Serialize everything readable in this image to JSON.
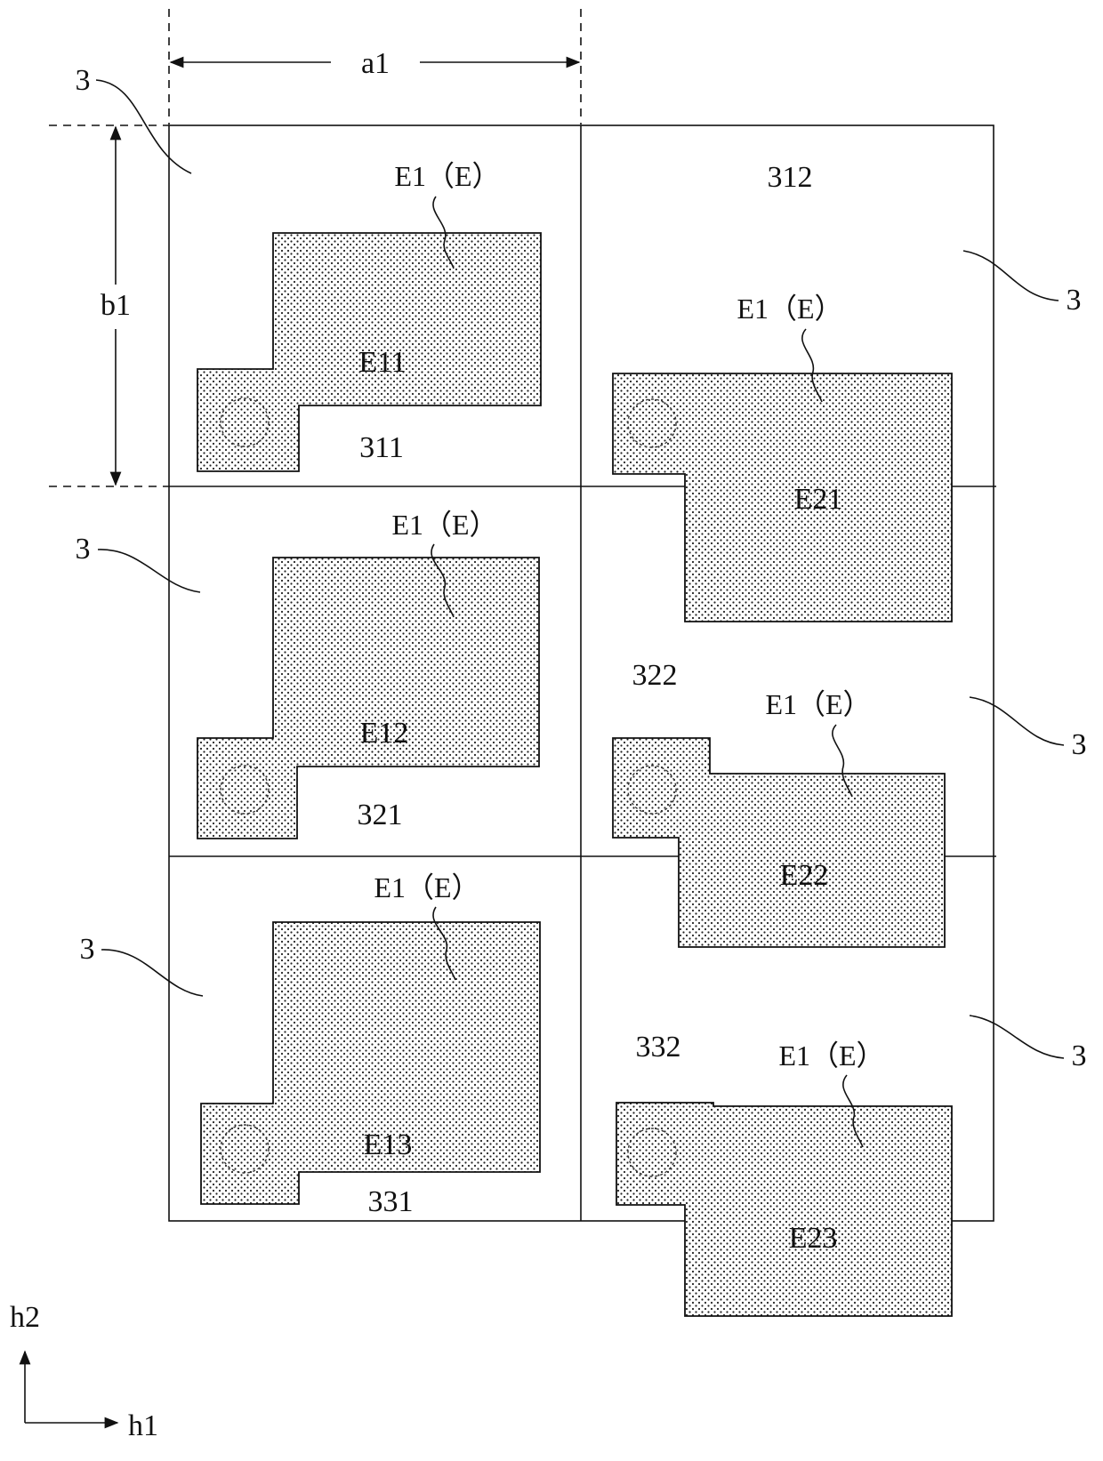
{
  "dimension_labels": {
    "a1": "a1",
    "b1": "b1"
  },
  "axis_labels": {
    "h1": "h1",
    "h2": "h2"
  },
  "region_ref": "3",
  "electrode_ref": "E1（E）",
  "electrodes": [
    {
      "label": "E11"
    },
    {
      "label": "E12"
    },
    {
      "label": "E13"
    },
    {
      "label": "E21"
    },
    {
      "label": "E22"
    },
    {
      "label": "E23"
    }
  ],
  "cells": [
    {
      "label": "311"
    },
    {
      "label": "321"
    },
    {
      "label": "331"
    },
    {
      "label": "312"
    },
    {
      "label": "322"
    },
    {
      "label": "332"
    }
  ]
}
